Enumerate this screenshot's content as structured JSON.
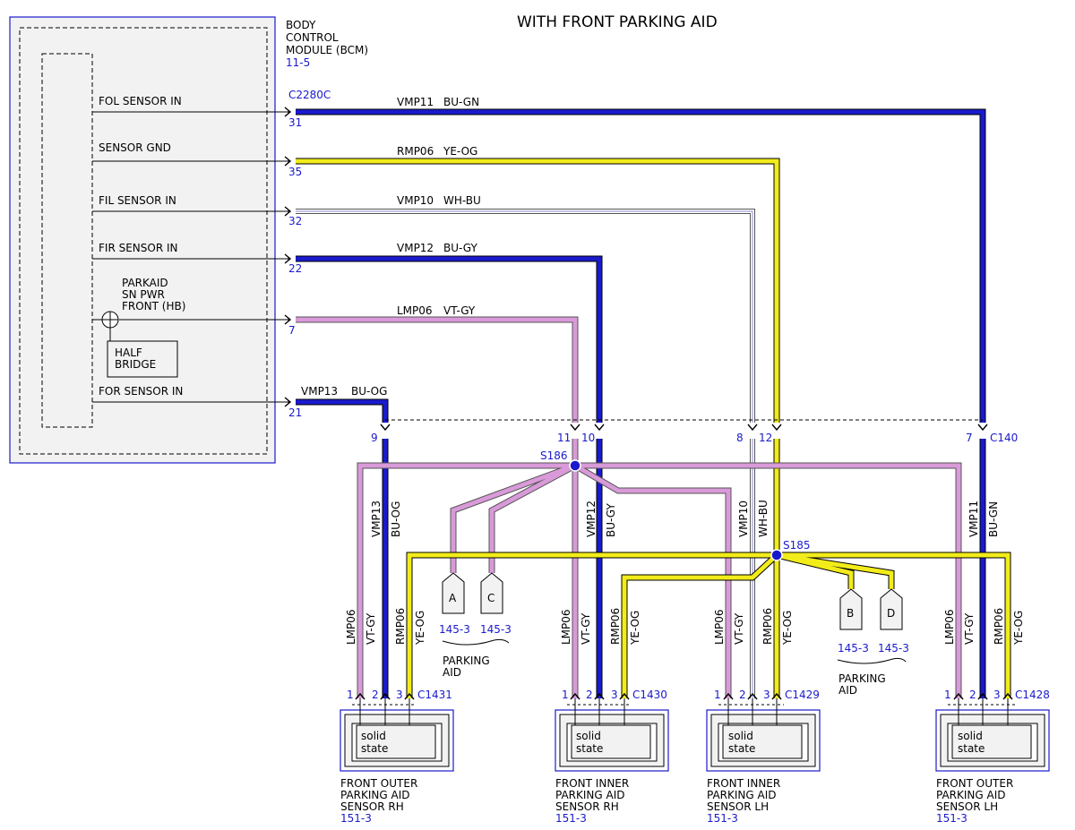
{
  "title": "WITH FRONT PARKING AID",
  "colors": {
    "blue": "#1a1acc",
    "yellow": "#f2ec1a",
    "violet": "#d99ad9",
    "white_blue": "#ffffff",
    "module_fill": "#f2f2f2"
  },
  "bcm": {
    "name_line1": "BODY",
    "name_line2": "CONTROL",
    "name_line3": "MODULE (BCM)",
    "ref": "11-5",
    "connector": "C2280C",
    "pins": [
      {
        "label": "FOL SENSOR IN",
        "pin": "31",
        "circuit": "VMP11",
        "color": "BU-GN"
      },
      {
        "label": "SENSOR GND",
        "pin": "35",
        "circuit": "RMP06",
        "color": "YE-OG"
      },
      {
        "label": "FIL SENSOR IN",
        "pin": "32",
        "circuit": "VMP10",
        "color": "WH-BU"
      },
      {
        "label": "FIR SENSOR IN",
        "pin": "22",
        "circuit": "VMP12",
        "color": "BU-GY"
      },
      {
        "label_line1": "PARKAID",
        "label_line2": "SN PWR",
        "label_line3": "FRONT (HB)",
        "pin": "7",
        "circuit": "LMP06",
        "color": "VT-GY"
      },
      {
        "label": "FOR SENSOR IN",
        "pin": "21",
        "circuit": "VMP13",
        "color": "BU-OG"
      }
    ],
    "half_bridge_line1": "HALF",
    "half_bridge_line2": "BRIDGE"
  },
  "c140": {
    "name": "C140",
    "pins": [
      "9",
      "11",
      "10",
      "8",
      "12",
      "7"
    ]
  },
  "splices": {
    "s186": "S186",
    "s185": "S185"
  },
  "vertical_labels": {
    "vmp13": "VMP13",
    "bu_og": "BU-OG",
    "vmp12": "VMP12",
    "bu_gy": "BU-GY",
    "vmp10": "VMP10",
    "wh_bu": "WH-BU",
    "vmp11": "VMP11",
    "bu_gn": "BU-GN",
    "lmp06": "LMP06",
    "vt_gy": "VT-GY",
    "rmp06": "RMP06",
    "ye_og": "YE-OG"
  },
  "parking_aid_refs": {
    "a": "A",
    "c": "C",
    "b": "B",
    "d": "D",
    "ref": "145-3",
    "label_line1": "PARKING",
    "label_line2": "AID"
  },
  "sensors": [
    {
      "connector": "C1431",
      "line1": "FRONT OUTER",
      "line2": "PARKING AID",
      "line3": "SENSOR RH",
      "ref": "151-3"
    },
    {
      "connector": "C1430",
      "line1": "FRONT INNER",
      "line2": "PARKING AID",
      "line3": "SENSOR RH",
      "ref": "151-3"
    },
    {
      "connector": "C1429",
      "line1": "FRONT INNER",
      "line2": "PARKING AID",
      "line3": "SENSOR LH",
      "ref": "151-3"
    },
    {
      "connector": "C1428",
      "line1": "FRONT OUTER",
      "line2": "PARKING AID",
      "line3": "SENSOR LH",
      "ref": "151-3"
    }
  ],
  "sensor_internal_line1": "solid",
  "sensor_internal_line2": "state",
  "sensor_pins": [
    "1",
    "2",
    "3"
  ]
}
